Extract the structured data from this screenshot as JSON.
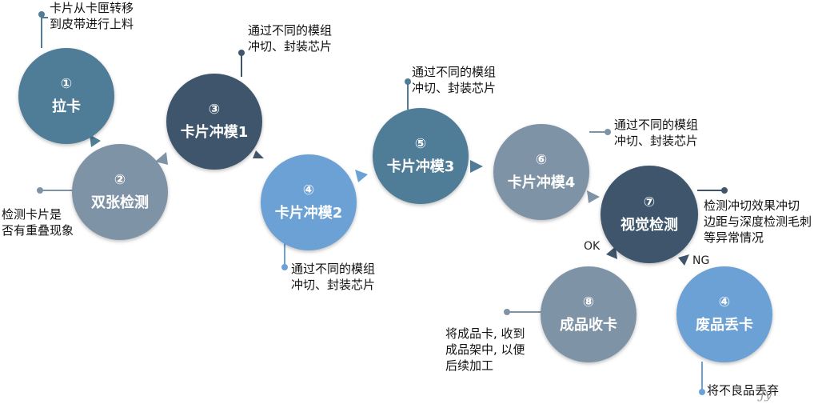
{
  "colors": {
    "dark_navy": "#3E556B",
    "steel": "#4F7C97",
    "gray": "#7F93A6",
    "light_blue": "#6CA1D6"
  },
  "steps": [
    {
      "num": "①",
      "label": "拉卡",
      "note": [
        "卡片从卡匣转移",
        "到皮带进行上料"
      ]
    },
    {
      "num": "②",
      "label": "双张检测",
      "note": [
        "检测卡片是",
        "否有重叠现象"
      ]
    },
    {
      "num": "③",
      "label": "卡片冲模1",
      "note": [
        "通过不同的模组",
        "冲切、封装芯片"
      ]
    },
    {
      "num": "④",
      "label": "卡片冲模2",
      "note": [
        "通过不同的模组",
        "冲切、封装芯片"
      ]
    },
    {
      "num": "⑤",
      "label": "卡片冲模3",
      "note": [
        "通过不同的模组",
        "冲切、封装芯片"
      ]
    },
    {
      "num": "⑥",
      "label": "卡片冲模4",
      "note": [
        "通过不同的模组",
        "冲切、封装芯片"
      ]
    },
    {
      "num": "⑦",
      "label": "视觉检测",
      "note": [
        "检测冲切效果冲切",
        "边距与深度检测毛刺",
        "等异常情况"
      ]
    },
    {
      "num": "⑧",
      "label": "成品收卡",
      "note": [
        "将成品卡, 收到",
        "成品架中, 以便",
        "后续加工"
      ]
    },
    {
      "num": "④",
      "label": "废品丢卡",
      "note": [
        "将不良品丢弃"
      ]
    }
  ],
  "branch_labels": {
    "ok": "OK",
    "ng": "NG"
  },
  "watermark": "Jy"
}
